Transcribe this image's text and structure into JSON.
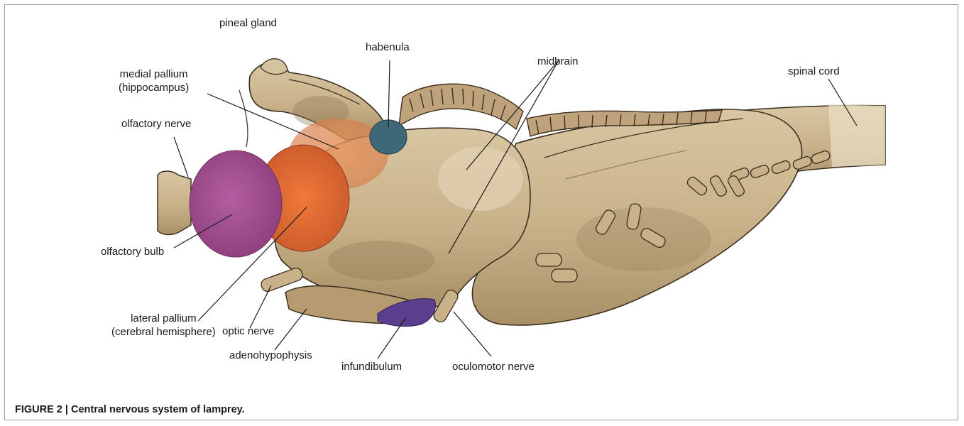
{
  "labels": {
    "pineal_gland": "pineal gland",
    "habenula": "habenula",
    "midbrain": "midbrain",
    "spinal_cord": "spinal cord",
    "medial_pallium_line1": "medial pallium",
    "medial_pallium_line2": "(hippocampus)",
    "olfactory_nerve": "olfactory nerve",
    "olfactory_bulb": "olfactory bulb",
    "lateral_pallium_line1": "lateral pallium",
    "lateral_pallium_line2": "(cerebral hemisphere)",
    "optic_nerve": "optic nerve",
    "adenohypophysis": "adenohypophysis",
    "infundibulum": "infundibulum",
    "oculomotor_nerve": "oculomotor nerve"
  },
  "caption": "FIGURE 2 | Central nervous system of lamprey.",
  "colors": {
    "tissue": "#cbb590",
    "tissue_shadow": "#8a7350",
    "olfactory_bulb": "#a24f8f",
    "lateral_pallium": "#e56a33",
    "medial_pallium": "#e1925a",
    "habenula": "#3e6878",
    "infundibulum": "#5b3f8f"
  }
}
